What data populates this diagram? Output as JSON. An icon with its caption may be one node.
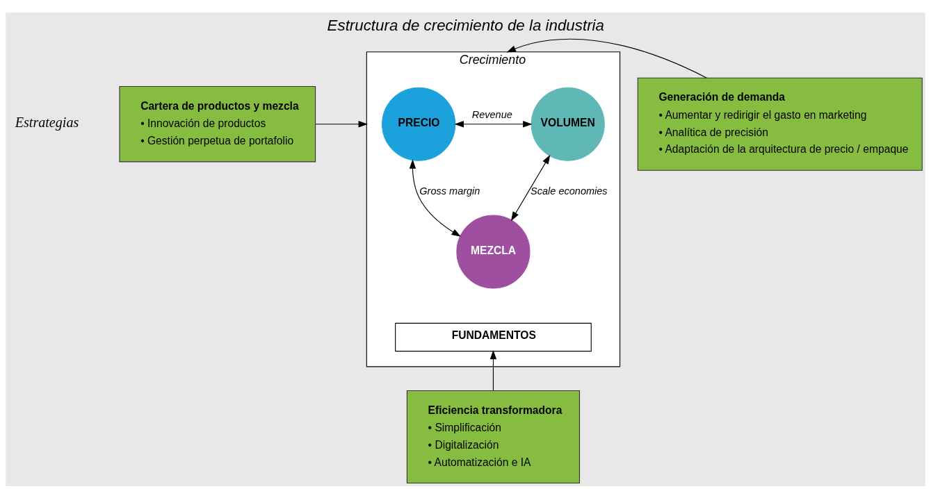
{
  "diagram": {
    "title": "Estructura de crecimiento de la industria",
    "nodes": [
      {
        "text": [
          "Crecimiento"
        ]
      },
      {
        "text": [
          "PRECIO"
        ],
        "in": 0
      },
      {
        "text": [
          "VOLUMEN"
        ],
        "in": 0
      },
      {
        "text": [
          "MEZCLA"
        ],
        "in": 0
      },
      {
        "text": [
          "FUNDAMENTOS"
        ],
        "in": 0
      },
      {
        "text": [
          "Cartera de productos y mezcla",
          "• Innovación de productos",
          "• Gestión perpetua de portafolio"
        ]
      },
      {
        "text": [
          "Generación de demanda",
          "• Aumentar y redirigir el gasto en marketing",
          "• Analítica de precisión",
          "• Adaptación de la arquitectura de precio / empaque"
        ]
      },
      {
        "text": [
          "Eficiencia transformadora",
          "• Simplificación",
          "• Digitalización",
          "• Automatización e IA"
        ]
      }
    ],
    "edges": [
      {
        "from": 1,
        "to": 2,
        "arrow": "both",
        "label": "Revenue"
      },
      {
        "from": 1,
        "to": 3,
        "arrow": "both",
        "label": "Gross margin"
      },
      {
        "from": 2,
        "to": 3,
        "arrow": "both",
        "label": "Scale economies"
      },
      {
        "from": 5,
        "to": 0,
        "arrow": "to"
      },
      {
        "from": 6,
        "to": 0,
        "arrow": "to"
      },
      {
        "from": 7,
        "to": 4,
        "arrow": "to"
      }
    ],
    "labels": [
      "Estrategias"
    ]
  }
}
